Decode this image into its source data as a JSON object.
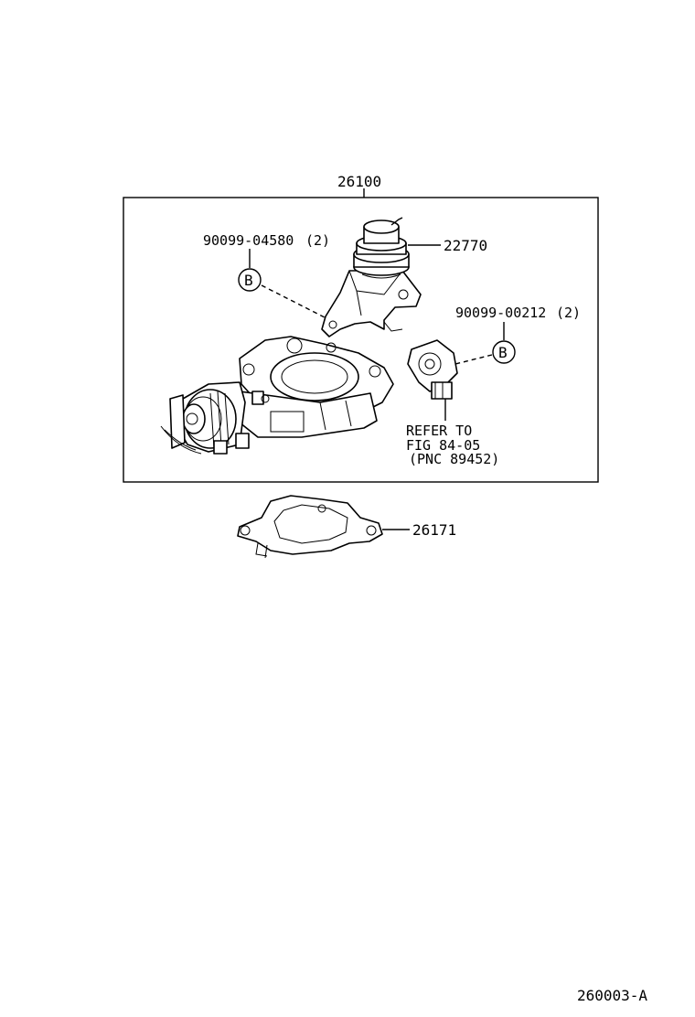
{
  "labels": {
    "assembly": "26100",
    "bolt_left": "90099-04580",
    "bolt_left_qty": "(2)",
    "bolt_right": "90099-00212",
    "bolt_right_qty": "(2)",
    "vsv": "22770",
    "gasket": "26171",
    "ref_marker_left": "B",
    "ref_marker_right": "B",
    "refer_line1": "REFER TO",
    "refer_line2": "FIG 84-05",
    "refer_line3": "(PNC 89452)",
    "figure_code": "260003-A"
  },
  "icons": {
    "throttle_body": "throttle-body-illustration",
    "vacuum_switching_valve": "vsv-illustration",
    "throttle_position_sensor": "tps-illustration",
    "gasket": "gasket-illustration"
  }
}
